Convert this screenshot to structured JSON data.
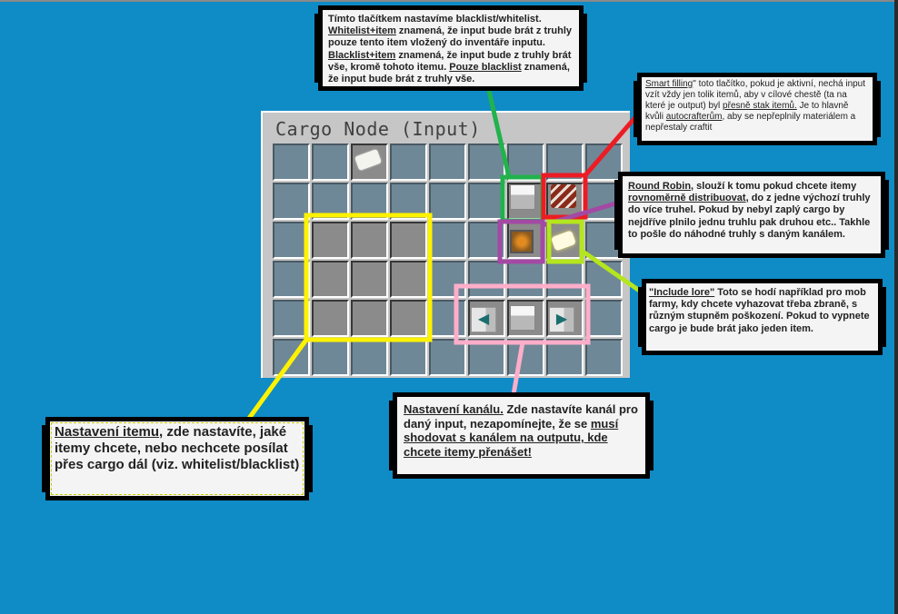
{
  "window": {
    "title": "Cargo Node (Input)"
  },
  "colors": {
    "background": "#0f8bc6",
    "green": "#22b24c",
    "red": "#ed1c24",
    "purple": "#a349a4",
    "lime": "#b5e61d",
    "yellow": "#fff200",
    "pink": "#ffaec9"
  },
  "notes": {
    "blacklist": [
      {
        "t": "Tímto tlačítkem nastavíme blacklist/whitelist. ",
        "u": false
      },
      {
        "t": "Whitelist+item",
        "u": true
      },
      {
        "t": " znamená, že input bude brát z truhly pouze tento item vložený do inventáře inputu. ",
        "u": false
      },
      {
        "t": "Blacklist+item",
        "u": true
      },
      {
        "t": " znamená, že input bude z truhly brát vše, kromě tohoto itemu. ",
        "u": false
      },
      {
        "t": "Pouze blacklist",
        "u": true
      },
      {
        "t": " znamená, že input bude brát z truhly vše.",
        "u": false
      }
    ],
    "smart_filling": [
      {
        "t": "Smart filling",
        "u": true
      },
      {
        "t": "\" toto tlačítko, pokud je aktivní, nechá input vzít vždy jen tolik itemů, aby v cílové chestě (ta na které je output) byl ",
        "u": false
      },
      {
        "t": "přesně stak itemů.",
        "u": true
      },
      {
        "t": " Je to hlavně kvůli ",
        "u": false
      },
      {
        "t": "autocrafterům",
        "u": true
      },
      {
        "t": ", aby se nepřeplnily materiálem a nepřestaly craftit",
        "u": false
      }
    ],
    "round_robin": [
      {
        "t": "Round Robin",
        "u": true
      },
      {
        "t": ", slouží k tomu pokud chcete itemy ",
        "u": false
      },
      {
        "t": "rovnoměrně distribuovat",
        "u": true
      },
      {
        "t": ", do z jedne výchozí truhly do více truhel. Pokud by nebyl zaplý cargo by nejdříve plnilo jednu truhlu pak druhou etc.. Takhle to pošle do náhodné truhly s daným kanálem.",
        "u": false
      }
    ],
    "include_lore": [
      {
        "t": "\"Include lore\"",
        "u": true
      },
      {
        "t": " Toto se hodí například pro mob farmy, kdy chcete vyhazovat třeba zbraně, s různým stupněm poškození. Pokud to vypnete cargo je bude brát jako jeden item.",
        "u": false
      }
    ],
    "item_filter": [
      {
        "t": "Nastavení itemu",
        "u": true
      },
      {
        "t": ", zde nastavíte, jaké itemy chcete, nebo nechcete posílat přes cargo dál (viz. whitelist/blacklist)",
        "u": false
      }
    ],
    "channel": [
      {
        "t": "Nastavení kanálu.",
        "u": true
      },
      {
        "t": " Zde nastavíte kanál pro daný input, nezapomínejte, že se ",
        "u": false
      },
      {
        "t": "musí shodovat s kanálem na outputu, kde chcete itemy přenášet!",
        "u": true
      }
    ]
  }
}
